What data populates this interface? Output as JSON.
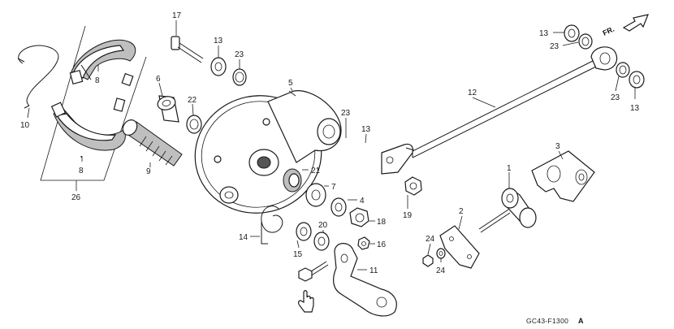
{
  "diagram": {
    "part_labels": {
      "l1": "1",
      "l2": "2",
      "l3": "3",
      "l4": "4",
      "l5": "5",
      "l6": "6",
      "l7": "7",
      "l8a": "8",
      "l8b": "8",
      "l9": "9",
      "l10": "10",
      "l11": "11",
      "l12": "12",
      "l13a": "13",
      "l13b": "13",
      "l13c": "13",
      "l13d": "13",
      "l14": "14",
      "l15": "15",
      "l16": "16",
      "l17": "17",
      "l18": "18",
      "l19": "19",
      "l20": "20",
      "l21": "21",
      "l22": "22",
      "l23a": "23",
      "l23b": "23",
      "l23c": "23",
      "l23d": "23",
      "l24a": "24",
      "l24b": "24",
      "l26": "26"
    },
    "front_indicator": "FR.",
    "drawing_code": "GC43-F1300",
    "drawing_code_suffix": "A",
    "icon_names": [
      "front-direction-arrow-icon",
      "hand-pointer-icon"
    ]
  }
}
